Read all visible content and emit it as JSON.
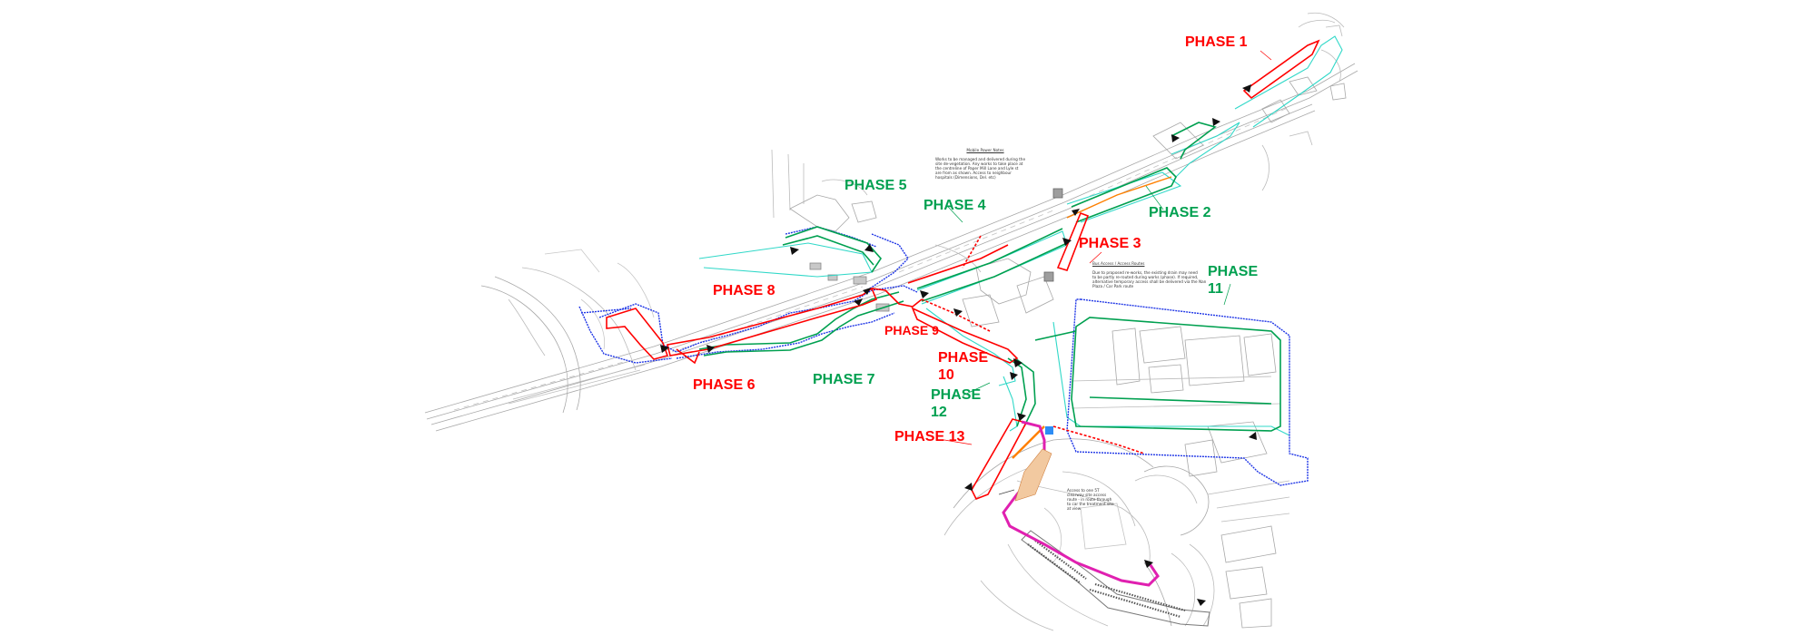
{
  "colors": {
    "red": "#ff0000",
    "green": "#00a050",
    "blue": "#1f36e6",
    "cyan": "#30d8c8",
    "magenta": "#e020b0",
    "orange": "#ff8000",
    "basemap": "#9a9a9a"
  },
  "phases": [
    {
      "id": "phase-1",
      "text": "PHASE 1",
      "color": "red"
    },
    {
      "id": "phase-2",
      "text": "PHASE 2",
      "color": "green"
    },
    {
      "id": "phase-3",
      "text": "PHASE 3",
      "color": "red"
    },
    {
      "id": "phase-4",
      "text": "PHASE 4",
      "color": "green"
    },
    {
      "id": "phase-5",
      "text": "PHASE 5",
      "color": "green"
    },
    {
      "id": "phase-6",
      "text": "PHASE 6",
      "color": "red"
    },
    {
      "id": "phase-7",
      "text": "PHASE 7",
      "color": "green"
    },
    {
      "id": "phase-8",
      "text": "PHASE 8",
      "color": "red"
    },
    {
      "id": "phase-9",
      "text": "PHASE 9",
      "color": "red"
    },
    {
      "id": "phase-10",
      "text": "PHASE\n10",
      "color": "red"
    },
    {
      "id": "phase-11",
      "text": "PHASE\n11",
      "color": "green"
    },
    {
      "id": "phase-12",
      "text": "PHASE\n12",
      "color": "green"
    },
    {
      "id": "phase-13",
      "text": "PHASE 13",
      "color": "red"
    }
  ],
  "notes": {
    "mobile_power": {
      "title": "Mobile Power Notes",
      "body": "Works to be managed and delivered during the\nsite de-vegetation. Any works to take place at\nthe centreline of Paper Mill Lane and Lyle st\nare from as shown. Access to neighbour\nhospitals (Dimensions, Del. etc)"
    },
    "bus_access": {
      "title": "Bus Access / Access Routes",
      "body": "Due to proposed re-works, the existing drain may need\nto be partly re-routed during works (phase). If required,\nalternative temporary access shall be delivered via the Nan\nPlaza / Car Park route"
    },
    "access_road": {
      "title": "",
      "body": "Access to one 5T\nclearway site access\nroute - in route through\nto car the treatment site\nat view"
    }
  }
}
